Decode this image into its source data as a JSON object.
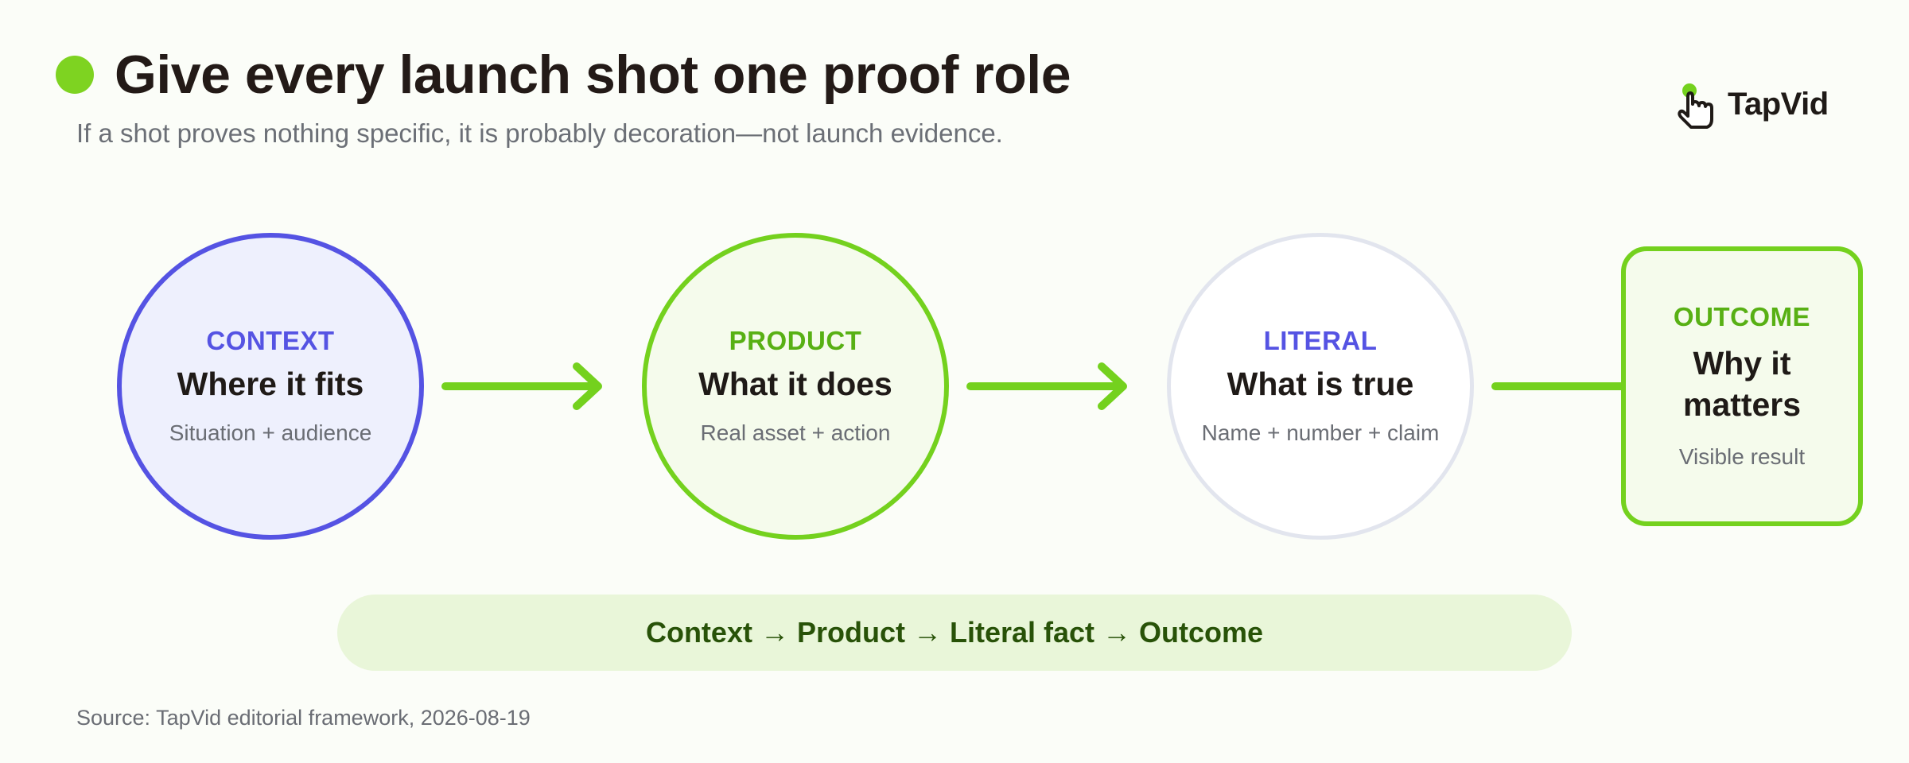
{
  "header": {
    "title": "Give every launch shot one proof role",
    "subtitle": "If a shot proves nothing specific, it is probably decoration—not launch evidence."
  },
  "logo": {
    "text": "TapVid",
    "icon": "hand-pointer-icon"
  },
  "diagram": {
    "nodes": [
      {
        "label": "CONTEXT",
        "title": "Where it fits",
        "description": "Situation + audience"
      },
      {
        "label": "PRODUCT",
        "title": "What it does",
        "description": "Real asset + action"
      },
      {
        "label": "LITERAL",
        "title": "What is true",
        "description": "Name + number + claim"
      },
      {
        "label": "OUTCOME",
        "title": "Why it matters",
        "description": "Visible result"
      }
    ],
    "connectors": [
      "arrow",
      "arrow",
      "line"
    ]
  },
  "summary": "Context → Product → Literal fact → Outcome",
  "source": "Source: TapVid editorial framework, 2026-08-19",
  "colors": {
    "accent_green": "#74d11e",
    "accent_blue": "#5553e3",
    "green_text": "#58b014",
    "summary_text": "#285208"
  }
}
